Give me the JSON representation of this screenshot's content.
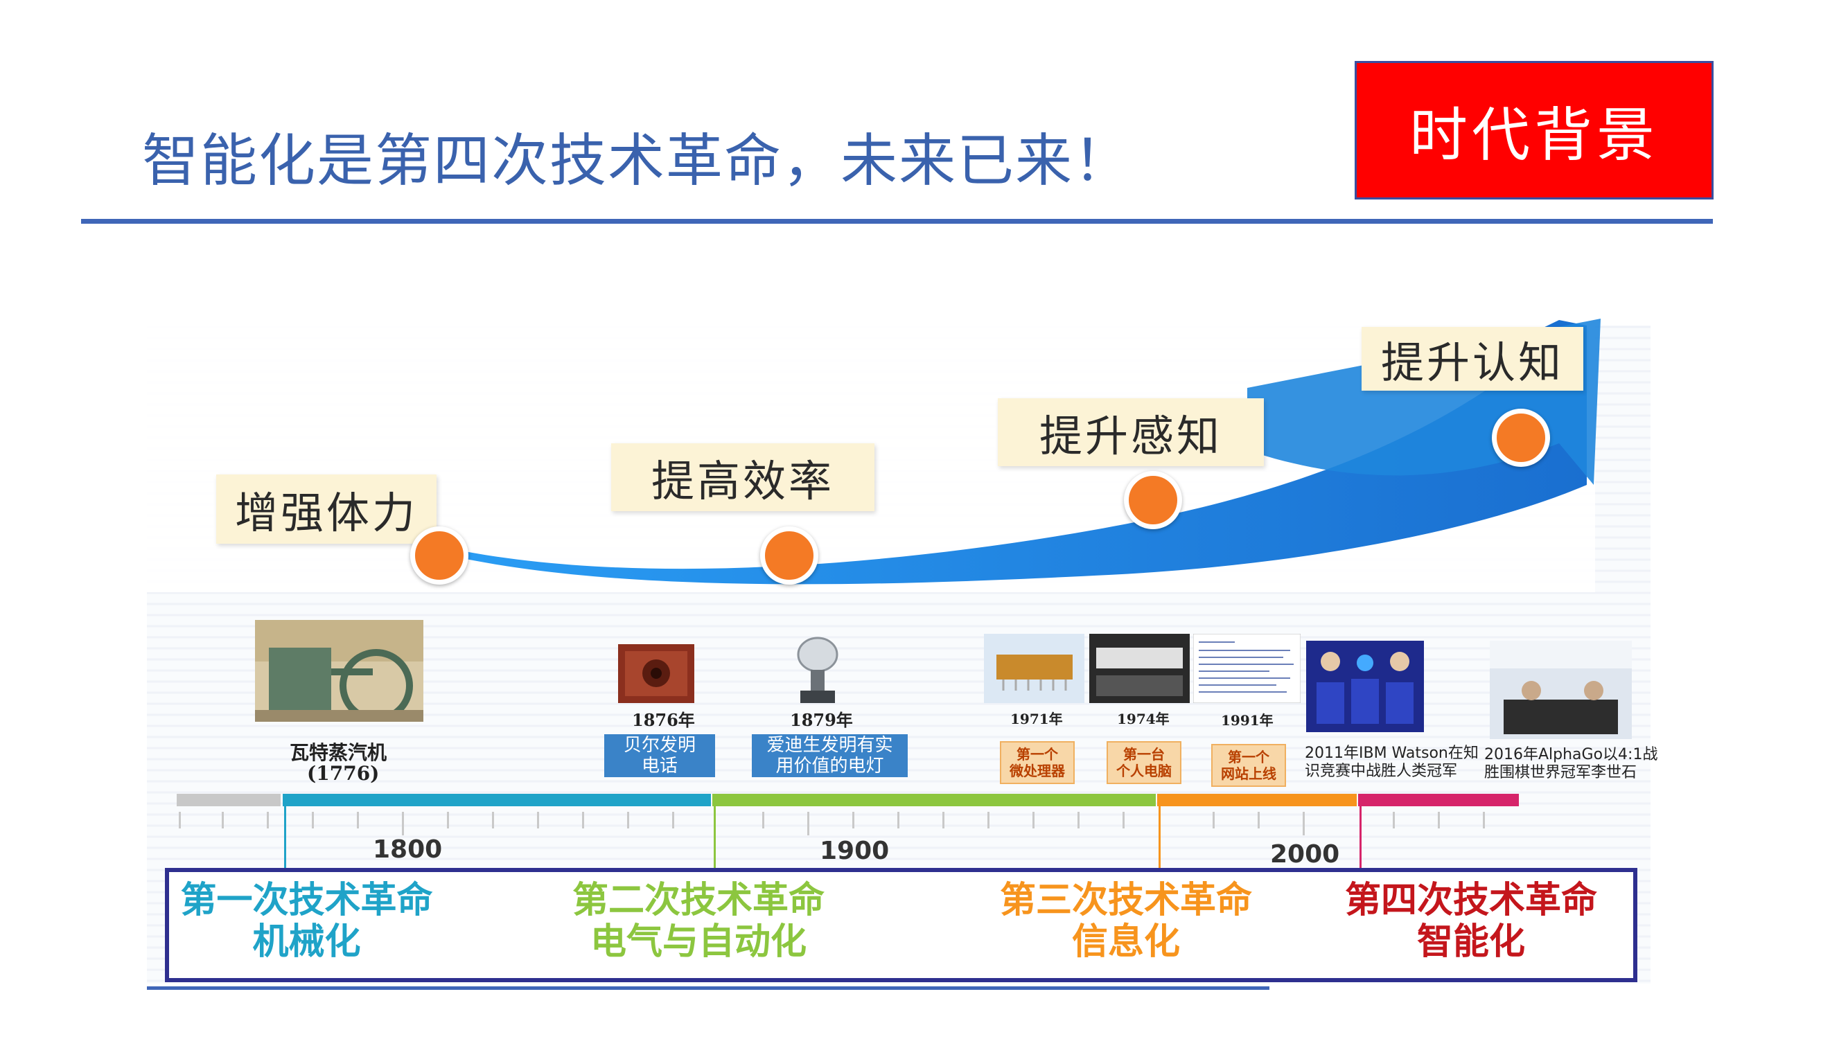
{
  "header": {
    "title": "智能化是第四次技术革命，未来已来！",
    "badge": "时代背景"
  },
  "stages": [
    {
      "label": "增强体力"
    },
    {
      "label": "提高效率"
    },
    {
      "label": "提升感知"
    },
    {
      "label": "提升认知"
    }
  ],
  "events": {
    "watt": {
      "name": "瓦特蒸汽机",
      "year": "(1776)"
    },
    "bell": {
      "year": "1876年",
      "desc": "贝尔发明\n电话"
    },
    "edison": {
      "year": "1879年",
      "desc": "爱迪生发明有实\n用价值的电灯"
    },
    "cpu": {
      "year": "1971年",
      "desc": "第一个\n微处理器"
    },
    "pc": {
      "year": "1974年",
      "desc": "第一台\n个人电脑"
    },
    "web": {
      "year": "1991年",
      "desc": "第一个\n网站上线"
    },
    "watson": {
      "caption": "2011年IBM Watson在知\n识竞赛中战胜人类冠军"
    },
    "alphago": {
      "caption": "2016年AlphaGo以4:1战\n胜围棋世界冠军李世石"
    }
  },
  "axis": {
    "years": [
      "1800",
      "1900",
      "2000"
    ]
  },
  "revolutions": [
    {
      "text": "第一次技术革命\n机械化",
      "color": "#1fa3c8"
    },
    {
      "text": "第二次技术革命\n电气与自动化",
      "color": "#8cc63f"
    },
    {
      "text": "第三次技术革命\n信息化",
      "color": "#f7941d"
    },
    {
      "text": "第四次技术革命\n智能化",
      "color": "#c4161c"
    }
  ],
  "colors": {
    "accent": "#3f66b8",
    "badge": "#ff0000",
    "dot": "#f47a25",
    "arrow": "#1f86dd"
  }
}
